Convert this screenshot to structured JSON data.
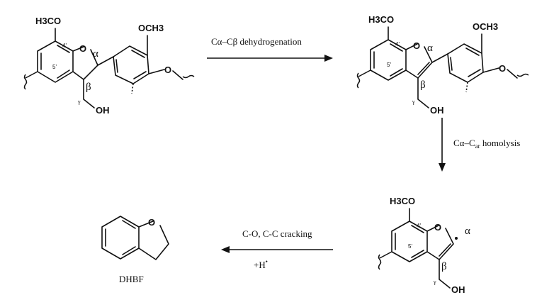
{
  "labels": {
    "methoxy": "H3CO",
    "methoxy_right": "OCH3",
    "oxygen": "O",
    "hydroxyl": "OH",
    "alpha": "α",
    "beta": "β",
    "gamma": "γ",
    "pos_4p": "4'",
    "pos_5p": "5'",
    "radical_dot": "•"
  },
  "steps": {
    "step1": "Cα–Cβ dehydrogenation",
    "step2_main": "Cα–C",
    "step2_sub": "ar",
    "step2_tail": " homolysis",
    "step3_line1": "C-O, C-C cracking",
    "step3_line2": "+H",
    "step3_sup": "•"
  },
  "product": {
    "name": "DHBF"
  }
}
